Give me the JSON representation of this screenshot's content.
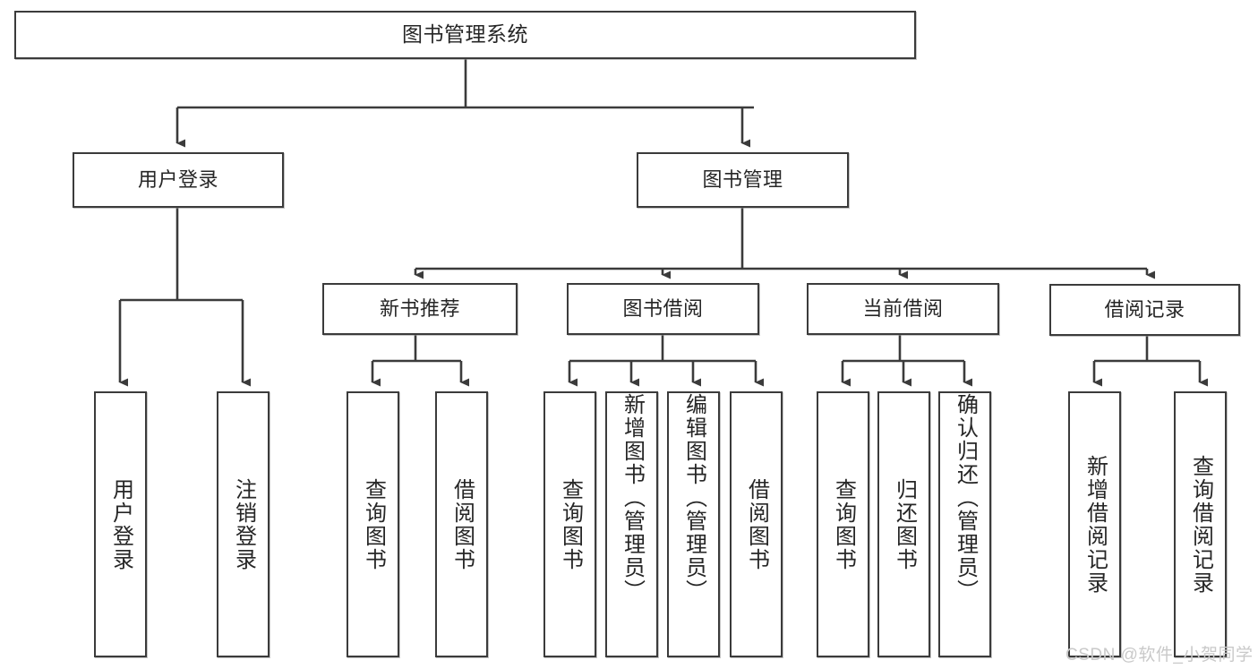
{
  "diagram": {
    "type": "tree",
    "title": "图书管理系统",
    "watermark": "CSDN @软件_小贺同学",
    "colors": {
      "line": "#3b3b3b",
      "box_border": "#3b3b3b",
      "box_fill": "#ffffff",
      "text": "#262626",
      "watermark": "#c9c9c9",
      "background": "#ffffff"
    },
    "levels": {
      "root": {
        "label": "图书管理系统"
      },
      "level2": [
        {
          "label": "用户登录"
        },
        {
          "label": "图书管理"
        }
      ],
      "level3": [
        {
          "label": "新书推荐"
        },
        {
          "label": "图书借阅"
        },
        {
          "label": "当前借阅"
        },
        {
          "label": "借阅记录"
        }
      ]
    },
    "leaves": {
      "user_login": [
        {
          "label": "用户登录"
        },
        {
          "label": "注销登录"
        }
      ],
      "new_book_recommend": [
        {
          "label": "查询图书"
        },
        {
          "label": "借阅图书"
        }
      ],
      "book_borrow": [
        {
          "label": "查询图书"
        },
        {
          "label": "新增图书（管理员）"
        },
        {
          "label": "编辑图书（管理员）"
        },
        {
          "label": "借阅图书"
        }
      ],
      "current_borrow": [
        {
          "label": "查询图书"
        },
        {
          "label": "归还图书"
        },
        {
          "label": "确认归还（管理员）"
        }
      ],
      "borrow_record": [
        {
          "label": "新增借阅记录"
        },
        {
          "label": "查询借阅记录"
        }
      ]
    }
  }
}
